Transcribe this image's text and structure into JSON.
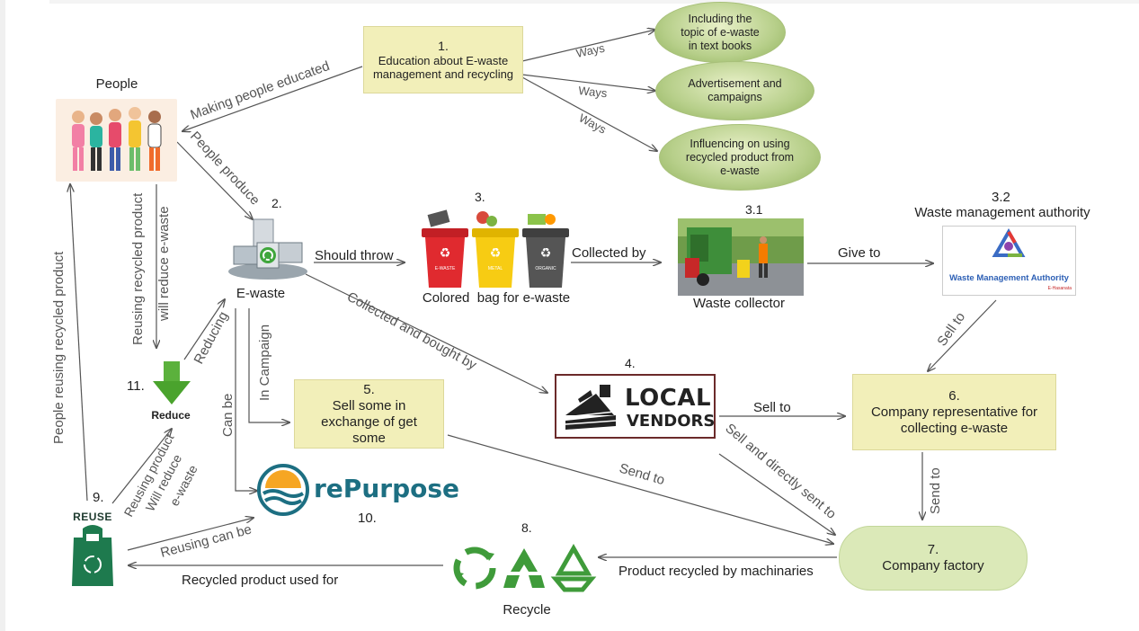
{
  "nodes": {
    "people": {
      "label": "People"
    },
    "n1": {
      "number": "1.",
      "text": "Education about E-waste management and recycling"
    },
    "way1": {
      "text": "Including the topic of e-waste in text books"
    },
    "way2": {
      "text": "Advertisement and campaigns"
    },
    "way3": {
      "text": "Influencing on using recycled product from e-waste"
    },
    "ewaste": {
      "number": "2.",
      "label": "E-waste"
    },
    "bins": {
      "number": "3.",
      "label": "Colored  bag for e-waste",
      "bin_tags": [
        "E-WASTE",
        "METAL",
        "ORGANIC"
      ]
    },
    "collector": {
      "number": "3.1",
      "label": "Waste collector"
    },
    "authority": {
      "number": "3.2",
      "label": "Waste management authority",
      "logo_text": "Waste Management Authority",
      "logo_sub": "E-Hasanata"
    },
    "vendors": {
      "number": "4.",
      "logo_line1": "LOCAL",
      "logo_line2": "VENDORS"
    },
    "n5": {
      "number": "5.",
      "text": "Sell some in exchange of get some"
    },
    "n6": {
      "number": "6.",
      "text": "Company representative for collecting e-waste"
    },
    "factory": {
      "number": "7.",
      "text": "Company factory"
    },
    "recycle": {
      "number": "8.",
      "label": "Recycle"
    },
    "reuse": {
      "number": "9.",
      "label": "REUSE"
    },
    "repurpose": {
      "number": "10.",
      "logo_text": "rePurpose"
    },
    "reduce": {
      "number": "11.",
      "label": "Reduce"
    }
  },
  "edge_labels": {
    "making_people_educated": "Making people educated",
    "ways_1": "Ways",
    "ways_2": "Ways",
    "ways_3": "Ways",
    "people_produce": "People produce",
    "should_throw": "Should throw",
    "collected_by": "Collected by",
    "give_to": "Give to",
    "sell_to_authority": "Sell to",
    "collected_and_bought_by": "Collected and bought by",
    "sell_to_vendor": "Sell to",
    "sell_and_directly_sent_to": "Sell and directly sent to",
    "send_to_rep": "Send to",
    "send_to_5": "Send to",
    "in_campaign": "In Campaign",
    "can_be": "Can be",
    "reducing": "Reducing",
    "reusing_recycled_product": "Reusing recycled product",
    "will_reduce_ewaste": "will reduce e-waste",
    "people_reusing_recycled_product": "People reusing recycled product",
    "reusing_product_will_reduce": [
      "Reusing product",
      "Will reduce",
      "e-waste"
    ],
    "reusing_can_be": "Reusing can be",
    "recycled_product_used_for": "Recycled product used for",
    "product_recycled_by_machinaries": "Product recycled by machinaries"
  },
  "colors": {
    "rect_fill": "#f2efb9",
    "ellipse_fill": "#b7cf8a",
    "factory_fill": "#dbe9b8",
    "arrow": "#555555",
    "recycle_green": "#3f9b3a",
    "repurpose_blue": "#1d6f82",
    "reuse_green": "#1e7a4e",
    "vendor_dark": "#222222",
    "vendor_border": "#6b2a2a"
  }
}
